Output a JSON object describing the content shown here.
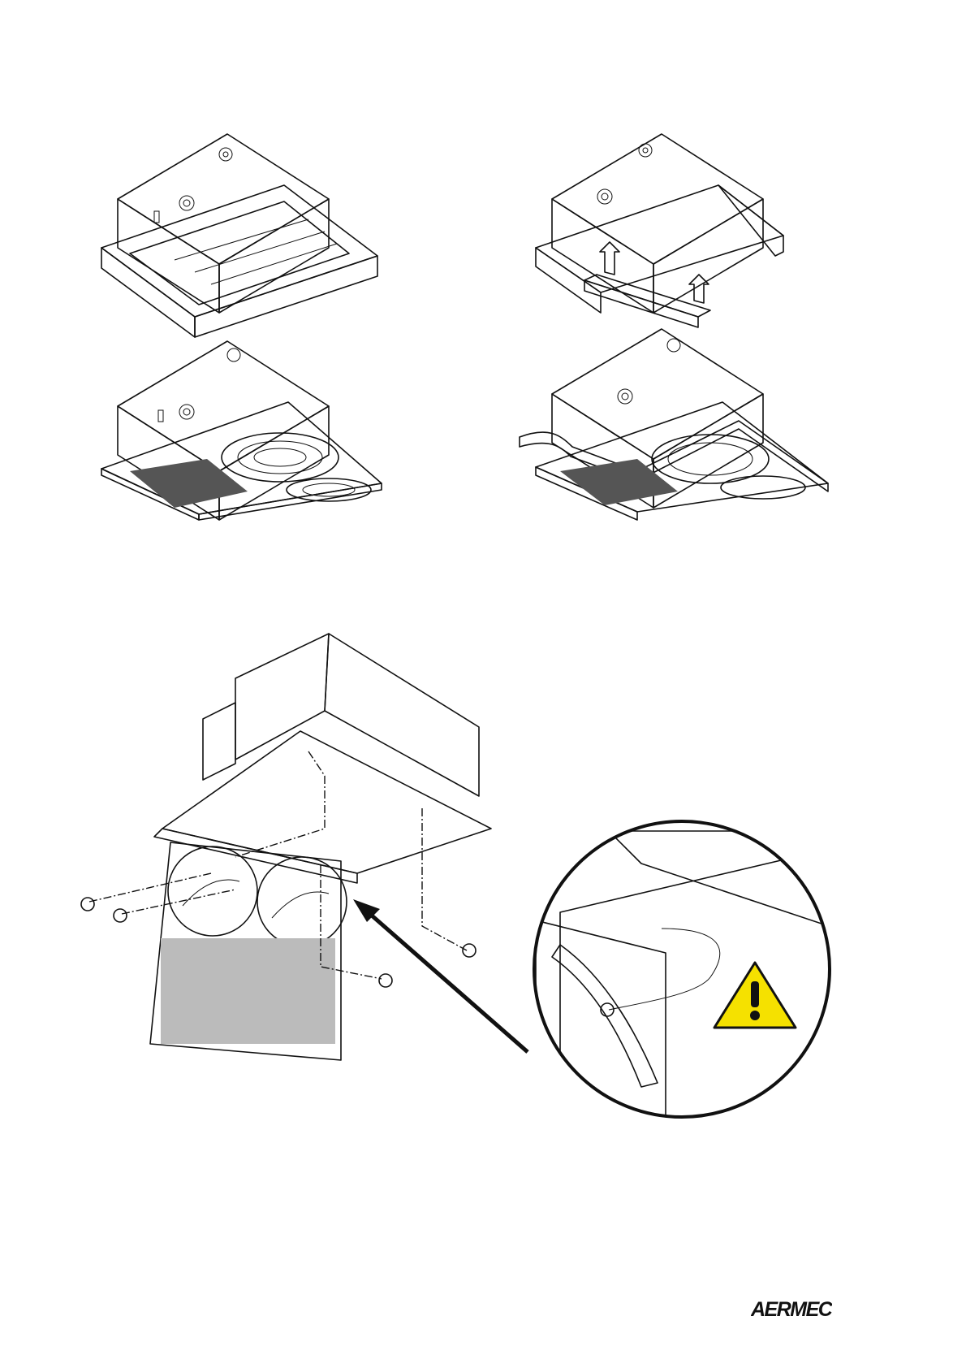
{
  "document": {
    "brand_logo_text": "AERMEC",
    "colors": {
      "line": "#111111",
      "panel_gray": "#d9d9d9",
      "warning_yellow": "#f5e100",
      "background": "#ffffff"
    }
  },
  "figures": [
    {
      "name": "unit-with-grille-frame",
      "icons": [
        "fan-coil-unit-icon"
      ]
    },
    {
      "name": "unit-frame-removal",
      "icons": [
        "fan-coil-unit-icon",
        "up-arrow-icon"
      ]
    },
    {
      "name": "unit-with-grille-panel",
      "icons": [
        "fan-coil-unit-icon",
        "grille-icon"
      ]
    },
    {
      "name": "unit-with-panel-and-seal",
      "icons": [
        "fan-coil-unit-icon",
        "seal-strip-icon"
      ]
    },
    {
      "name": "panel-screws-assembly",
      "icons": [
        "screw-icon",
        "dash-dot-line-icon",
        "arrow-icon"
      ]
    },
    {
      "name": "safety-cable-detail",
      "icons": [
        "warning-triangle-icon",
        "safety-cable-icon"
      ]
    }
  ]
}
